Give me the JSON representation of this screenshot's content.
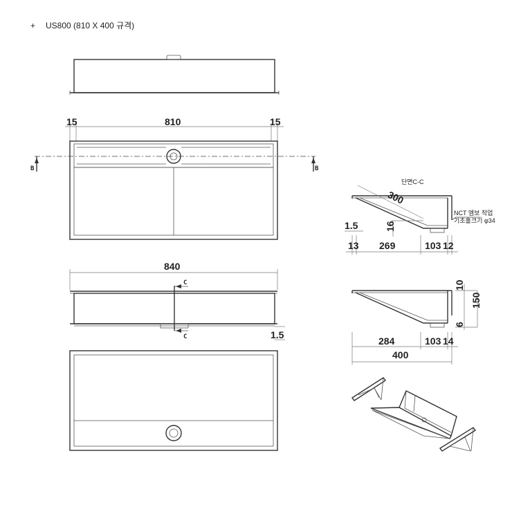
{
  "header": {
    "plus_symbol": "+",
    "model_spec": "US800 (810 X 400 규격)"
  },
  "top_plan_dims": {
    "left_margin": "15",
    "width": "810",
    "right_margin": "15"
  },
  "section_markers": {
    "b_left": "B",
    "b_right": "B",
    "c_top": "C",
    "c_bottom": "C"
  },
  "front_view_dims": {
    "overall_width": "840",
    "flange": "1.5"
  },
  "section_cc": {
    "title": "단면C-C",
    "slope_length": "300",
    "thickness": "1.5",
    "drop": "16",
    "dim_13": "13",
    "dim_269": "269",
    "dim_103": "103",
    "dim_12": "12",
    "note_line1": "NCT 엠보 작업",
    "note_line2": "기초홀크기 φ34"
  },
  "section_side": {
    "dim_10": "10",
    "dim_150": "150",
    "dim_6": "6",
    "dim_284": "284",
    "dim_103": "103",
    "dim_14": "14",
    "dim_400": "400"
  }
}
